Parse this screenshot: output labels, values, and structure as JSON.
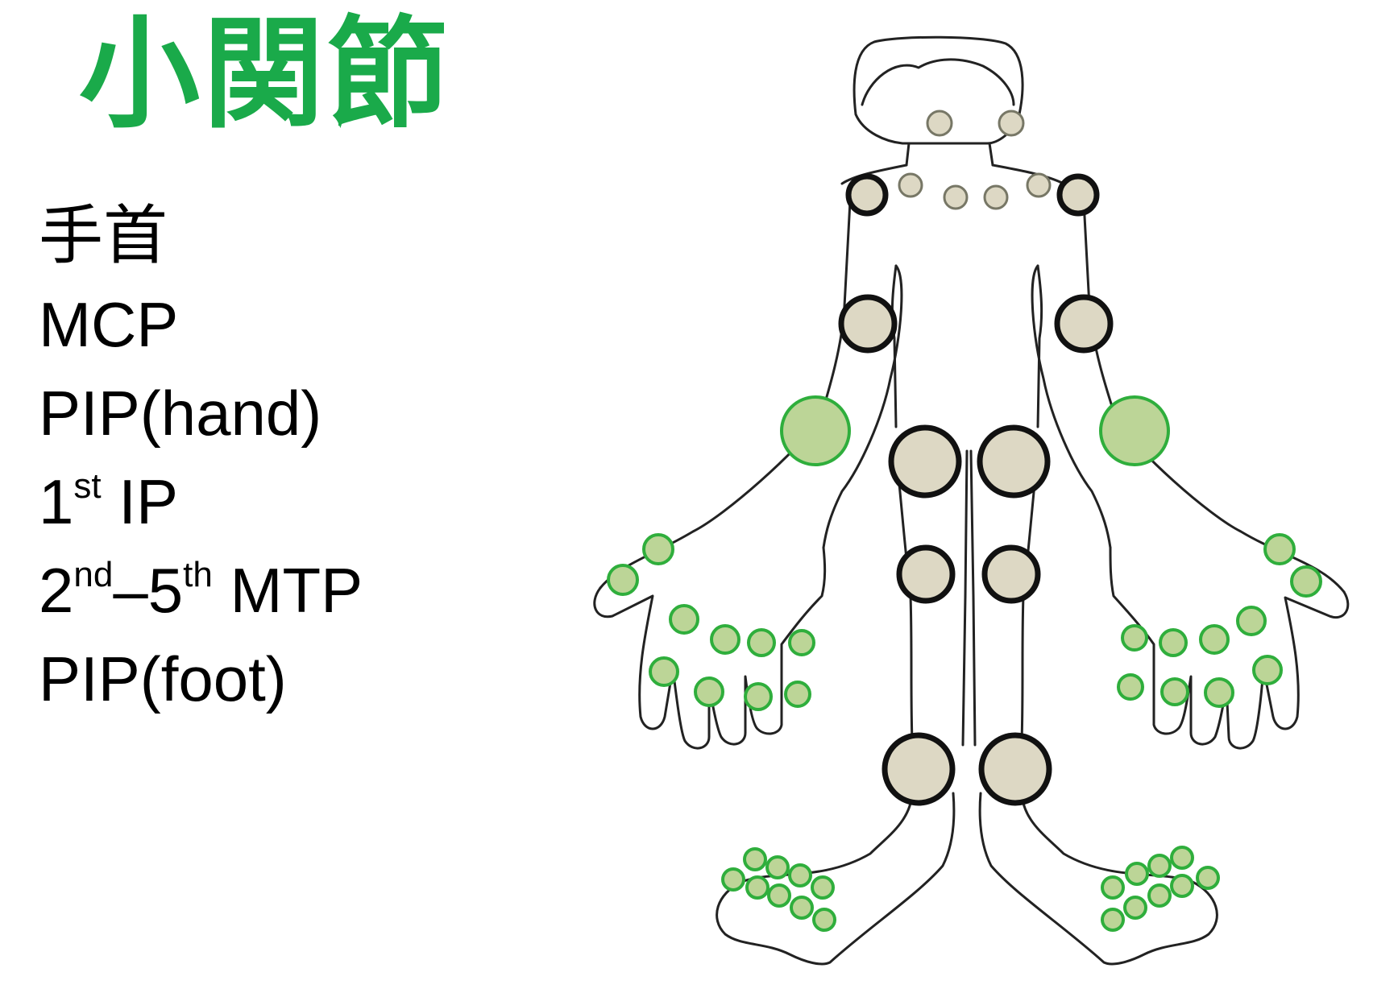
{
  "title": "小関節",
  "colors": {
    "title": "#1aaa4a",
    "large_joint_fill": "#ddd8c4",
    "large_joint_stroke": "#111111",
    "small_joint_fill": "#bcd597",
    "small_joint_stroke": "#2fae3c",
    "outline": "#222222"
  },
  "joints": {
    "wrist": "手首",
    "mcp": "MCP",
    "pip_hand": "PIP(hand)",
    "ip1_num": "1",
    "ip1_sup": "st",
    "ip1_rest": " IP",
    "mtp_num1": "2",
    "mtp_sup1": "nd",
    "mtp_mid": "–5",
    "mtp_sup2": "th",
    "mtp_rest": " MTP",
    "pip_foot": "PIP(foot)"
  },
  "icon": "human-body-joint-diagram"
}
